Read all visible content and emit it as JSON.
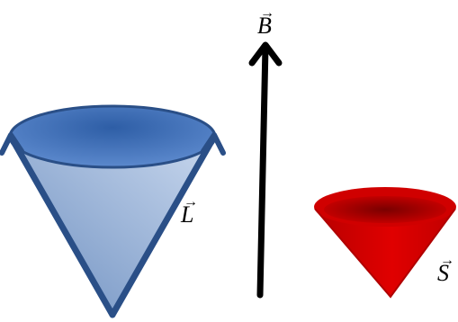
{
  "diagram": {
    "labels": {
      "magnetic_field": "B",
      "orbital_angular_momentum": "L",
      "spin": "S"
    },
    "vector_mark": "→",
    "colors": {
      "l_cone_fill_top": "#5b86c2",
      "l_cone_fill_bottom": "#dbe6f4",
      "l_cone_edge": "#2a4f87",
      "l_cone_rim": "#3c6bb0",
      "s_cone_fill": "#d40000",
      "s_cone_dark": "#8a0000",
      "field_arrow": "#000000"
    }
  }
}
